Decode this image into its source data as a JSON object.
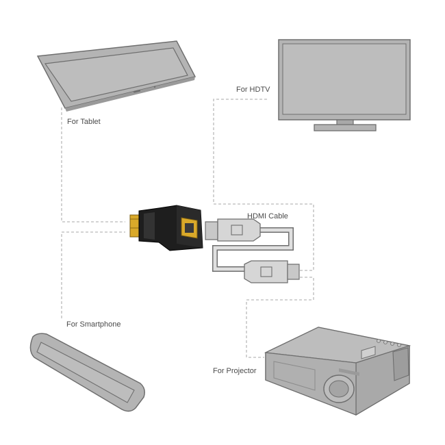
{
  "labels": {
    "tablet": "For Tablet",
    "hdtv": "For HDTV",
    "hdmi_cable": "HDMI Cable",
    "smartphone": "For Smartphone",
    "projector": "For Projector"
  },
  "colors": {
    "device_fill": "#b4b4b4",
    "device_stroke": "#6e6e6e",
    "screen_fill": "#bdbdbd",
    "dashed_line": "#b9b9b9",
    "adapter_body": "#1e1e1e",
    "adapter_gold": "#d9a92a",
    "label_text": "#4a4a4a"
  }
}
